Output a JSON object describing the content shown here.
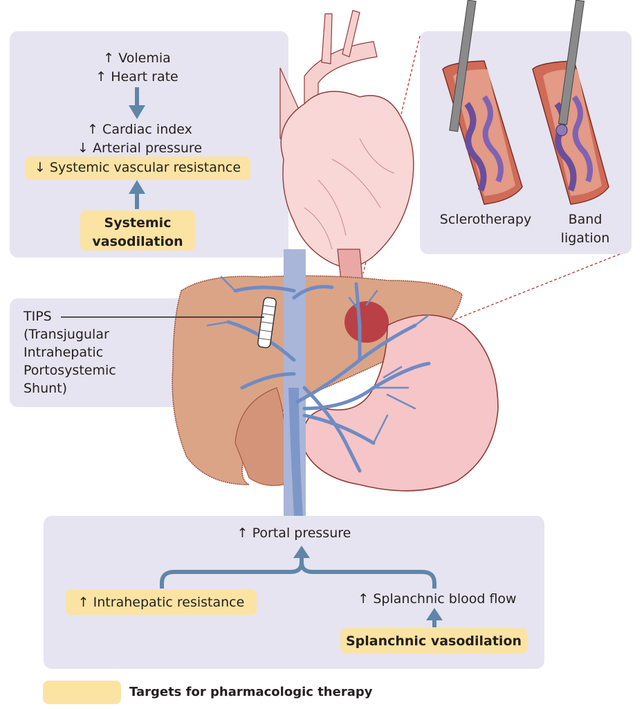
{
  "systemic": {
    "lines": [
      "↑ Volemia",
      "↑ Heart rate",
      "↑ Cardiac index",
      "↓ Arterial pressure"
    ],
    "svr": "↓ Systemic vascular resistance",
    "vasodilation": [
      "Systemic",
      "vasodilation"
    ]
  },
  "tips": {
    "lines": [
      "TIPS",
      "(Transjugular",
      "Intrahepatic",
      "Portosystemic",
      "Shunt)"
    ]
  },
  "endoscopic": {
    "sclerotherapy": "Sclerotherapy",
    "band": [
      "Band",
      "ligation"
    ]
  },
  "portal": {
    "portal_pressure": "↑ Portal pressure",
    "intrahepatic": "↑ Intrahepatic resistance",
    "splanchnic_flow": "↑ Splanchnic blood flow",
    "splanchnic_vasodilation": "Splanchnic vasodilation"
  },
  "legend": {
    "label": "Targets for pharmacologic therapy"
  },
  "colors": {
    "panel": "#e6e4f0",
    "highlight": "#fbe3a3",
    "arrow": "#5f86a8",
    "liver": "#dba487",
    "stomach": "#f6c5c7",
    "vessel": "#7d97c9"
  }
}
